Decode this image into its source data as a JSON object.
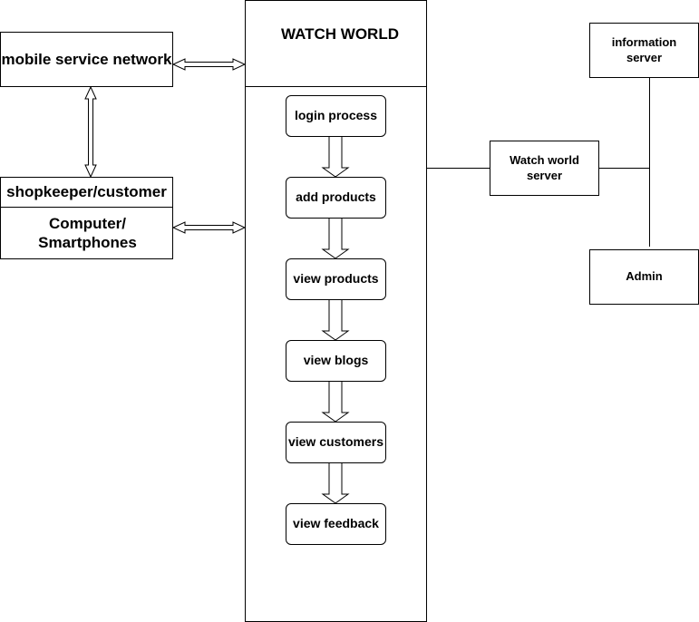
{
  "diagram": {
    "main_title": "WATCH WORLD",
    "mobile_network": "mobile service network",
    "client_header": "shopkeeper/customer",
    "client_body": "Computer/ Smartphones",
    "server": "Watch world server",
    "info_server": "information server",
    "admin": "Admin",
    "steps": [
      "login process",
      "add products",
      "view products",
      "view blogs",
      "view customers",
      "view feedback"
    ]
  }
}
